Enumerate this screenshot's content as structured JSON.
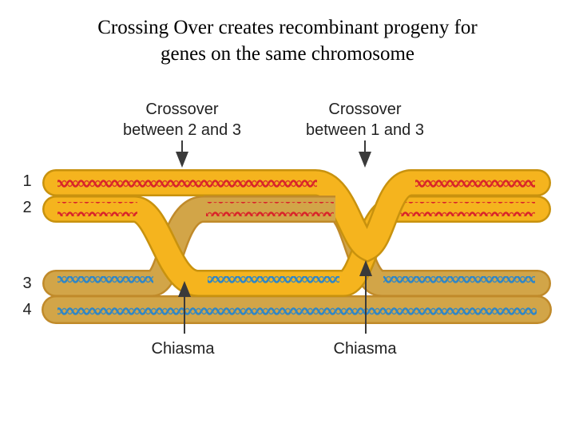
{
  "slide": {
    "title_line1": "Crossing Over creates recombinant progeny for",
    "title_line2": "genes on the same chromosome"
  },
  "diagram": {
    "crossover_left": {
      "line1": "Crossover",
      "line2": "between 2 and 3"
    },
    "crossover_right": {
      "line1": "Crossover",
      "line2": "between 1 and 3"
    },
    "chromatid_numbers": [
      "1",
      "2",
      "3",
      "4"
    ],
    "chiasma_left": "Chiasma",
    "chiasma_right": "Chiasma",
    "colors": {
      "chromatid_fill": "#F5B41E",
      "chromatid_outline": "#C8920E",
      "chromatid_alt_fill": "#D2A548",
      "dna_red": "#D9242A",
      "dna_blue": "#2F86C6",
      "arrow": "#3A3A3A"
    }
  }
}
